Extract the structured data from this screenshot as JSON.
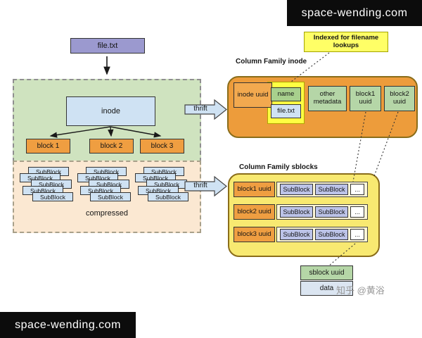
{
  "watermark": {
    "site": "space-wending.com",
    "credit": "知乎 @黄浴"
  },
  "labels": {
    "file": "file.txt",
    "inode": "inode",
    "block1": "block 1",
    "block2": "block 2",
    "block3": "block 3",
    "subblock": "SubBlock",
    "compressed": "compressed",
    "thrift": "thrift",
    "indexed_note": "Indexed for filename lookups"
  },
  "cf_inode": {
    "title": "Column Family inode",
    "key": "inode uuid",
    "name_col": "name",
    "name_value": "file.txt",
    "other_col": "other metadata",
    "block1_col": "block1 uuid",
    "block2_col": "block2 uuid"
  },
  "cf_sblocks": {
    "title": "Column Family sblocks",
    "rows": [
      {
        "key": "block1 uuid",
        "cells": [
          "SubBlock",
          "SubBlock",
          "..."
        ]
      },
      {
        "key": "block2 uuid",
        "cells": [
          "SubBlock",
          "SubBlock",
          "..."
        ]
      },
      {
        "key": "block3 uuid",
        "cells": [
          "SubBlock",
          "SubBlock",
          "..."
        ]
      }
    ]
  },
  "sblock_detail": {
    "key": "sblock uuid",
    "value": "data"
  },
  "colors": {
    "orange_container": "#ed9c3b",
    "yellow_container": "#f8e971",
    "green_box": "#b5d6a7",
    "blue_box": "#cfe2f3",
    "orange_box": "#ef9e41",
    "purple_box": "#9b99cf",
    "lavender_box": "#bcc3e8",
    "note_yellow": "#ffff66",
    "green_group": "#cfe3bf",
    "peach_group": "#fbe8d2"
  }
}
